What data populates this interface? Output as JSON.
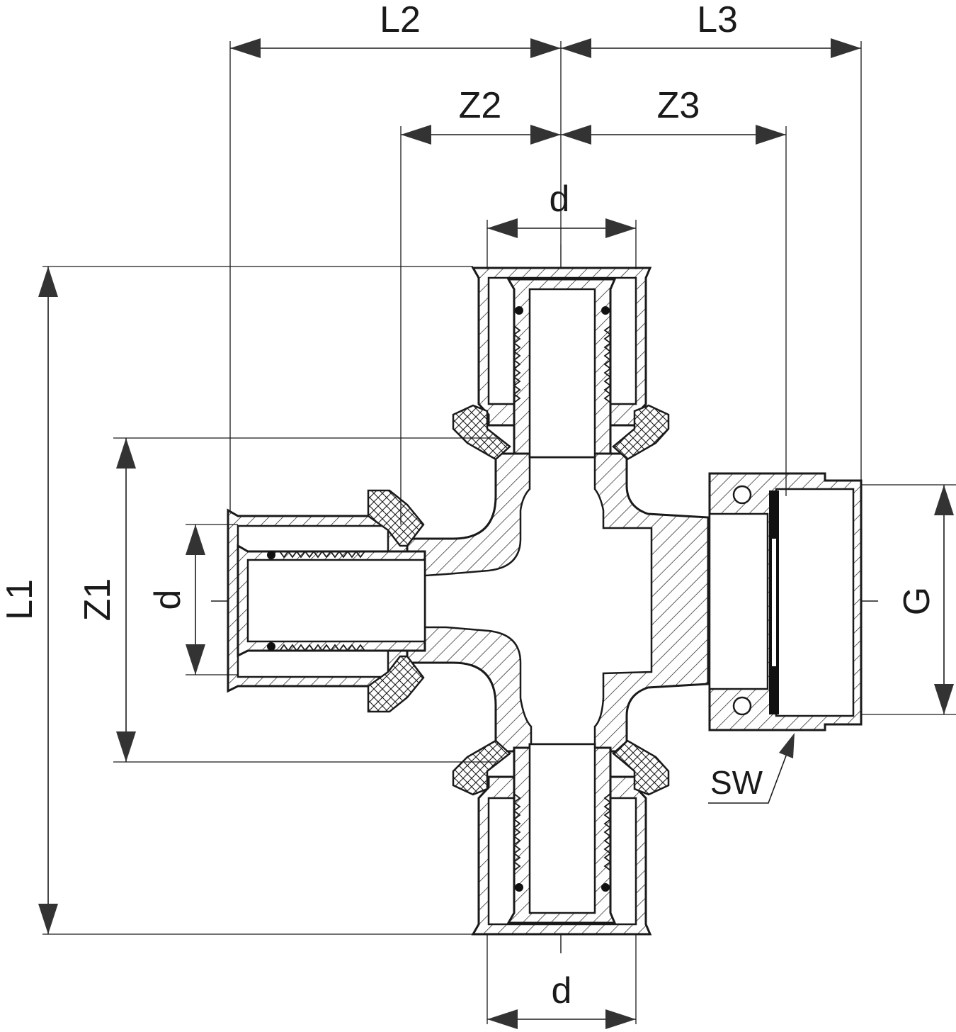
{
  "labels": {
    "l1": "L1",
    "l2": "L2",
    "l3": "L3",
    "z1": "Z1",
    "z2": "Z2",
    "z3": "Z3",
    "d_top": "d",
    "d_left": "d",
    "d_bottom": "d",
    "g": "G",
    "sw": "SW"
  }
}
